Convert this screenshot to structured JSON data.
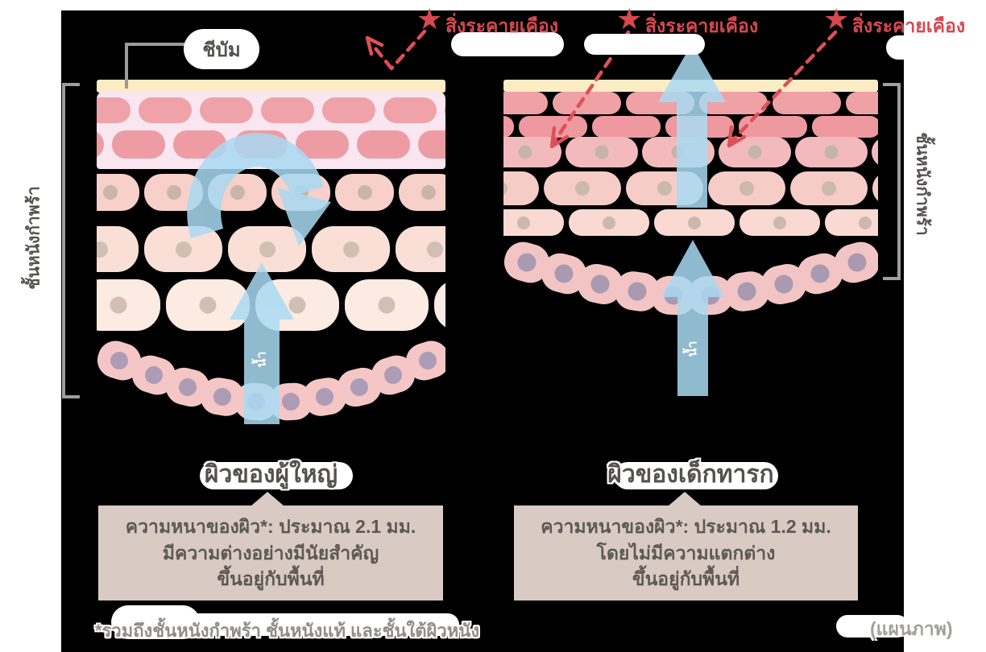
{
  "colors": {
    "page_bg": "#ffffff",
    "panel_bg": "#000000",
    "accent_red": "#d6494f",
    "arrow_blue": "#a9daf2",
    "box_bg": "#d9cbc3",
    "box_text": "#5c5855",
    "title_text": "#55514e",
    "footnote_text": "#908c89",
    "caption_text": "#a3a09c",
    "bracket_gray": "#9e9e9e",
    "connector_gray": "#9b9b9b",
    "bubble_bg": "#ffffff",
    "bubble_text": "#54504d",
    "water_text": "#ffffff",
    "left_layers": {
      "sebum": "#fcecc4",
      "matrix_band": "#f9e6f1",
      "cell_rows": [
        "#efa2a8",
        "#ed9ca3",
        "#f7d1c9",
        "#fadfd6",
        "#fcebe2"
      ],
      "basal": "#f4c6c6",
      "nucleus": "#c9b5aa",
      "nucleus_light": "#d2bfb4",
      "nucleus_basal": "#ad9cb5"
    },
    "right_layers": {
      "sebum": "#fcecc4",
      "cell_rows": [
        "#efa1a6",
        "#ee98a0",
        "#f2babc",
        "#f6ccc7",
        "#f9d9d1"
      ],
      "basal": "#f3c4c4",
      "nucleus": "#c6b3a9",
      "nucleus_light": "#ccb9ae",
      "nucleus_basal": "#a99ab2"
    }
  },
  "labels": {
    "sebum": "ชีบัม",
    "irritant": "สิ่งระคายเคือง",
    "epidermis": "ชั้นหนังกำพร้า",
    "water": "น้ำ",
    "star": "★"
  },
  "left_panel": {
    "title": "ผิวของผู้ใหญ่",
    "box_lines": [
      "ความหนาของผิว*: ประมาณ 2.1 มม.",
      "มีความต่างอย่างมีนัยสำคัญ",
      "ขึ้นอยู่กับพื้นที่"
    ]
  },
  "right_panel": {
    "title": "ผิวของเด็กทารก",
    "box_lines": [
      "ความหนาของผิว*: ประมาณ 1.2 มม.",
      "โดยไม่มีความแตกต่าง",
      "ขึ้นอยู่กับพื้นที่"
    ]
  },
  "footnote": "*รวมถึงชั้นหนังกำพร้า ชั้นหนังแท้ และชั้นใต้ผิวหนัง",
  "caption": "(แผนภาพ)"
}
